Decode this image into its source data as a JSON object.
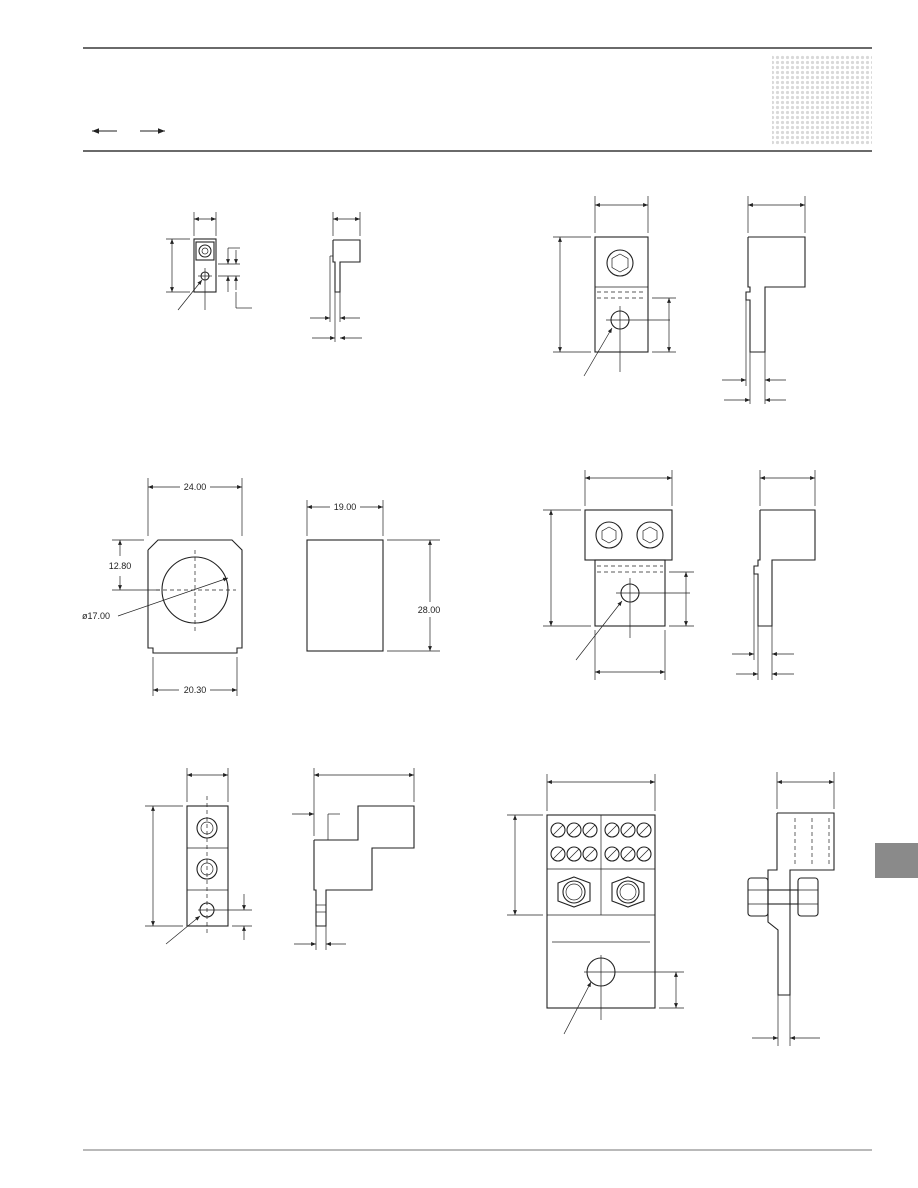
{
  "colors": {
    "ink": "#222222",
    "tab": "#8a8a8a",
    "dot_pattern": "#d9d9d9"
  },
  "header": {
    "nav_left_icon": "arrow-left-icon",
    "nav_right_icon": "arrow-right-icon"
  },
  "drawings": {
    "lug_round": {
      "width_label": "24.00",
      "depth_label": "19.00",
      "offset_label": "12.80",
      "hole_label": "ø17.00",
      "base_label": "20.30",
      "height_label": "28.00"
    }
  }
}
